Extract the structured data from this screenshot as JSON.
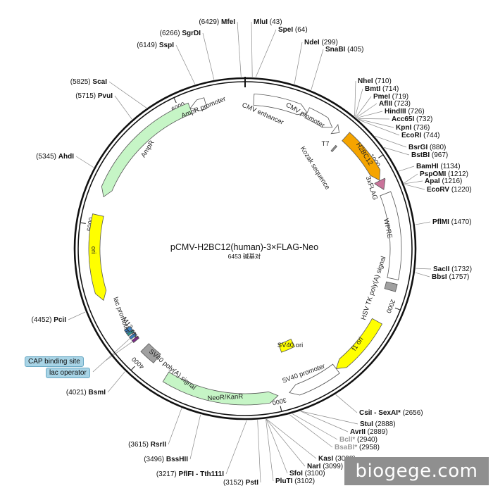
{
  "plasmid": {
    "name": "pCMV-H2BC12(human)-3×FLAG-Neo",
    "size_text": "6453 碱基对",
    "length": 6453
  },
  "tick_labels": [
    {
      "bp": 1000,
      "label": "1000"
    },
    {
      "bp": 2000,
      "label": "2000"
    },
    {
      "bp": 3000,
      "label": "3000"
    },
    {
      "bp": 4000,
      "label": "4000"
    },
    {
      "bp": 5000,
      "label": "5000"
    },
    {
      "bp": 6000,
      "label": "6000"
    }
  ],
  "features": [
    {
      "name": "CMV enhancer",
      "start": 60,
      "end": 440,
      "color": "#ffffff",
      "kind": "arrow"
    },
    {
      "name": "CMV promoter",
      "start": 440,
      "end": 640,
      "color": "#ffffff",
      "kind": "arrow"
    },
    {
      "name": "T7",
      "start": 660,
      "end": 700,
      "color": "#ffffff",
      "kind": "arrow"
    },
    {
      "name": "Kozak sequence",
      "start": 740,
      "end": 752,
      "color": "#999999",
      "kind": "mark"
    },
    {
      "name": "H2BC12",
      "start": 752,
      "end": 1130,
      "color": "#f5a400",
      "kind": "arrow"
    },
    {
      "name": "3xFLAG",
      "start": 1134,
      "end": 1200,
      "color": "#c9739a",
      "kind": "arrow"
    },
    {
      "name": "WPRE",
      "start": 1230,
      "end": 1820,
      "color": "#ffffff",
      "kind": "box"
    },
    {
      "name": "HSV TK poly(A) signal",
      "start": 1850,
      "end": 1900,
      "color": "#a0a0a0",
      "kind": "box"
    },
    {
      "name": "f1 ori",
      "start": 2130,
      "end": 2560,
      "color": "#ffff00",
      "kind": "arrow"
    },
    {
      "name": "SV40 promoter",
      "start": 2560,
      "end": 2920,
      "color": "#ffffff",
      "kind": "arrow"
    },
    {
      "name": "SV40 ori",
      "start": 2745,
      "end": 2880,
      "color": "#ffff00",
      "kind": "inner"
    },
    {
      "name": "NeoR/KanR",
      "start": 3000,
      "end": 3795,
      "color": "#c6f5c6",
      "kind": "arrow-rev"
    },
    {
      "name": "SV40 poly(A) signal",
      "start": 3920,
      "end": 4040,
      "color": "#a0a0a0",
      "kind": "box"
    },
    {
      "name": "CAP binding site",
      "start": 4120,
      "end": 4140,
      "color": "#7b2b86",
      "kind": "mark"
    },
    {
      "name": "lac operator",
      "start": 4150,
      "end": 4170,
      "color": "#3a7fbf",
      "kind": "mark"
    },
    {
      "name": "M13 rev",
      "start": 4180,
      "end": 4200,
      "color": "#2e8b8b",
      "kind": "mark"
    },
    {
      "name": "lac promoter",
      "start": 4200,
      "end": 4230,
      "color": "#3a7fbf",
      "kind": "mark"
    },
    {
      "name": "ori",
      "start": 4480,
      "end": 5070,
      "color": "#ffff00",
      "kind": "arrow-rev"
    },
    {
      "name": "AmpR",
      "start": 5200,
      "end": 6070,
      "color": "#c6f5c6",
      "kind": "arrow-rev"
    },
    {
      "name": "AmpR promoter",
      "start": 6070,
      "end": 6180,
      "color": "#ffffff",
      "kind": "arrow-rev"
    }
  ],
  "callouts": [
    {
      "text": "CAP binding site"
    },
    {
      "text": "lac operator"
    }
  ],
  "sites": [
    {
      "pos": "(6429)",
      "name": "MfeI"
    },
    {
      "pos": "(43)",
      "name": "MluI"
    },
    {
      "pos": "(64)",
      "name": "SpeI"
    },
    {
      "pos": "(6266)",
      "name": "SgrDI"
    },
    {
      "pos": "(6149)",
      "name": "SspI"
    },
    {
      "pos": "(299)",
      "name": "NdeI"
    },
    {
      "pos": "(405)",
      "name": "SnaBI"
    },
    {
      "pos": "(5825)",
      "name": "ScaI"
    },
    {
      "pos": "(5715)",
      "name": "PvuI"
    },
    {
      "pos": "(5345)",
      "name": "AhdI"
    },
    {
      "pos": "(710)",
      "name": "NheI"
    },
    {
      "pos": "(714)",
      "name": "BmtI"
    },
    {
      "pos": "(719)",
      "name": "PmeI"
    },
    {
      "pos": "(723)",
      "name": "AflII"
    },
    {
      "pos": "(726)",
      "name": "HindIII"
    },
    {
      "pos": "(732)",
      "name": "Acc65I"
    },
    {
      "pos": "(736)",
      "name": "KpnI"
    },
    {
      "pos": "(744)",
      "name": "EcoRI"
    },
    {
      "pos": "(880)",
      "name": "BsrGI"
    },
    {
      "pos": "(967)",
      "name": "BstBI"
    },
    {
      "pos": "(1134)",
      "name": "BamHI"
    },
    {
      "pos": "(1212)",
      "name": "PspOMI"
    },
    {
      "pos": "(1216)",
      "name": "ApaI"
    },
    {
      "pos": "(1220)",
      "name": "EcoRV"
    },
    {
      "pos": "(1470)",
      "name": "PflMI"
    },
    {
      "pos": "(1732)",
      "name": "SacII"
    },
    {
      "pos": "(1757)",
      "name": "BbsI"
    },
    {
      "pos": "(4452)",
      "name": "PciI"
    },
    {
      "pos": "(4021)",
      "name": "BsmI"
    },
    {
      "pos": "(2656)",
      "name": "CsiI - SexAI*"
    },
    {
      "pos": "(2888)",
      "name": "StuI"
    },
    {
      "pos": "(2889)",
      "name": "AvrII"
    },
    {
      "pos": "(2940)",
      "name": "BclI*"
    },
    {
      "pos": "(2958)",
      "name": "BsaBI*"
    },
    {
      "pos": "(3098)",
      "name": "KasI"
    },
    {
      "pos": "(3099)",
      "name": "NarI"
    },
    {
      "pos": "(3100)",
      "name": "SfoI"
    },
    {
      "pos": "(3102)",
      "name": "PluTI"
    },
    {
      "pos": "(3615)",
      "name": "RsrII"
    },
    {
      "pos": "(3496)",
      "name": "BssHII"
    },
    {
      "pos": "(3217)",
      "name": "PflFI - Tth111I"
    },
    {
      "pos": "(3152)",
      "name": "PstI"
    }
  ],
  "watermark": "biogege.com"
}
